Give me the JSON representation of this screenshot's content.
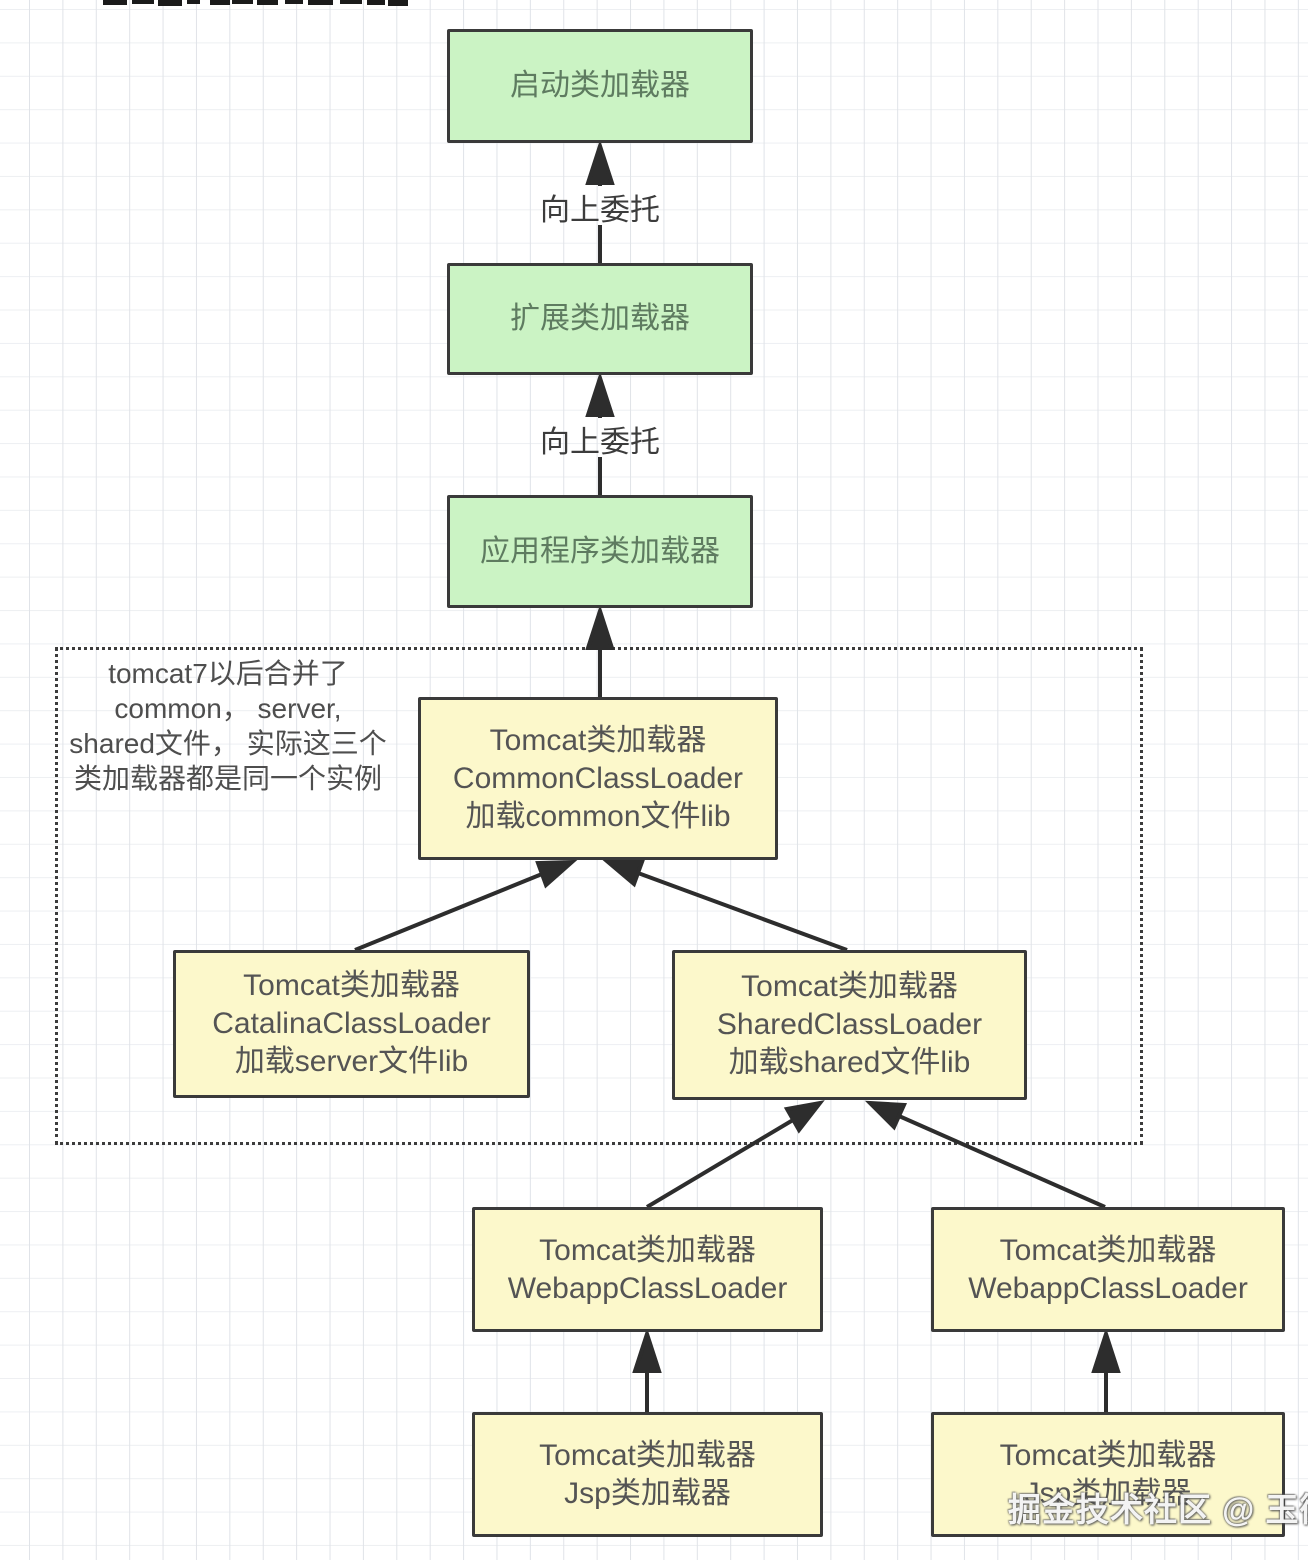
{
  "diagram": {
    "nodes": {
      "bootstrap": {
        "label": "启动类加载器"
      },
      "extension": {
        "label": "扩展类加载器"
      },
      "application": {
        "label": "应用程序类加载器"
      },
      "common": {
        "lines": [
          "Tomcat类加载器",
          "CommonClassLoader",
          "加载common文件lib"
        ]
      },
      "catalina": {
        "lines": [
          "Tomcat类加载器",
          "CatalinaClassLoader",
          "加载server文件lib"
        ]
      },
      "shared": {
        "lines": [
          "Tomcat类加载器",
          "SharedClassLoader",
          "加载shared文件lib"
        ]
      },
      "webapp_left": {
        "lines": [
          "Tomcat类加载器",
          "WebappClassLoader"
        ]
      },
      "webapp_right": {
        "lines": [
          "Tomcat类加载器",
          "WebappClassLoader"
        ]
      },
      "jsp_left": {
        "lines": [
          "Tomcat类加载器",
          "Jsp类加载器"
        ]
      },
      "jsp_right": {
        "lines": [
          "Tomcat类加载器",
          "Jsp类加载器"
        ]
      }
    },
    "edge_labels": {
      "delegate1": "向上委托",
      "delegate2": "向上委托"
    },
    "annotation": {
      "lines": [
        "tomcat7以后合并了",
        "common， server,",
        "shared文件， 实际这三个",
        "类加载器都是同一个实例"
      ]
    },
    "watermark": "掘金技术社区 @ 玉衡子",
    "colors": {
      "green_fill": "#cbf3c4",
      "yellow_fill": "#fcf8cb",
      "box_border": "#3a3a3a",
      "arrow": "#2d2d2d",
      "grid_line": "#e0e3e8"
    }
  }
}
